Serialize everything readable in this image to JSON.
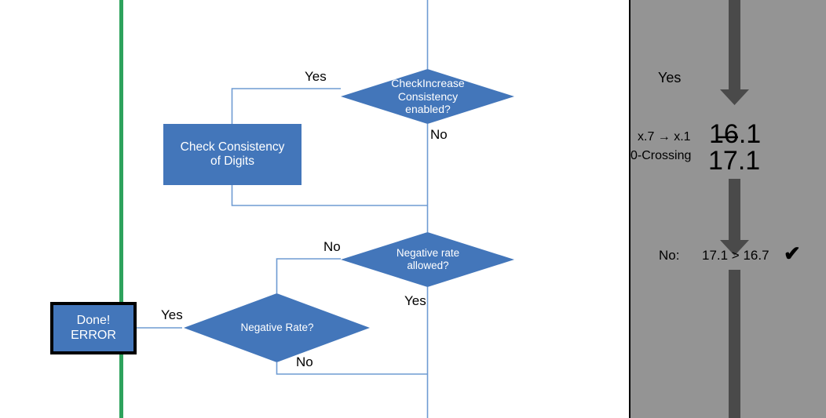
{
  "colors": {
    "shape_blue": "#4376BA",
    "connector_blue": "#6E9BD2",
    "green_rule": "#2EA25C",
    "panel_gray": "#949494",
    "arrow_gray": "#4a4a4a",
    "text_black": "#000000",
    "shape_text": "#ffffff"
  },
  "flowchart": {
    "nodes": [
      {
        "id": "check-increase-consistency",
        "type": "decision",
        "label": "CheckIncrease\nConsistency\nenabled?"
      },
      {
        "id": "check-consistency-of-digits",
        "type": "process",
        "label": "Check Consistency\nof Digits"
      },
      {
        "id": "negative-rate-allowed",
        "type": "decision",
        "label": "Negative rate\nallowed?"
      },
      {
        "id": "negative-rate",
        "type": "decision",
        "label": "Negative Rate?"
      },
      {
        "id": "done-error",
        "type": "terminator",
        "label": "Done!\nERROR"
      }
    ],
    "edge_labels": {
      "check_increase_yes": "Yes",
      "check_increase_no": "No",
      "negative_rate_allowed_no": "No",
      "negative_rate_allowed_yes": "Yes",
      "negative_rate_yes": "Yes",
      "negative_rate_no": "No"
    },
    "node_text": {
      "check_increase_line1": "CheckIncrease",
      "check_increase_line2": "Consistency",
      "check_increase_line3": "enabled?",
      "check_digits_line1": "Check Consistency",
      "check_digits_line2": "of Digits",
      "negative_allowed_line1": "Negative rate",
      "negative_allowed_line2": "allowed?",
      "negative_rate_label": "Negative Rate?",
      "done_line1": "Done!",
      "done_line2": "ERROR"
    }
  },
  "panel": {
    "yes_label": "Yes",
    "rule_label_line1": "x.7 → x.1",
    "rule_label_line2": "0-Crossing",
    "value_struck": "16.1",
    "value_current": "17.1",
    "no_label": "No:",
    "comparison": "17.1 > 16.7",
    "check_mark": "✔"
  }
}
